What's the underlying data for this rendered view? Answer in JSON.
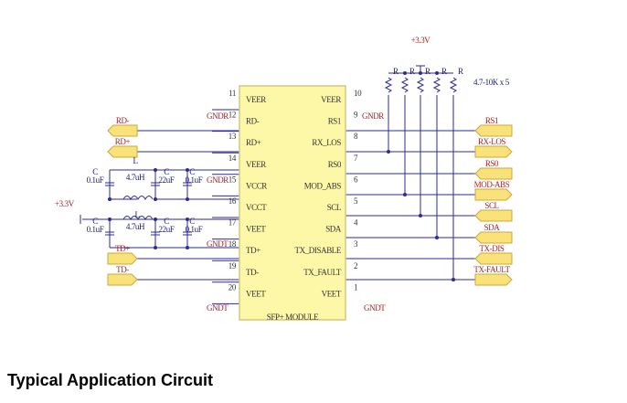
{
  "colors": {
    "wire": "#2b2b9a",
    "chip_fill": "#fdf8a8",
    "chip_border": "#d9c77a",
    "net": "#b02020",
    "connector_fill": "#f9e27a",
    "connector_border": "#c9a93a"
  },
  "chip": {
    "name": "SFP+ MODULE"
  },
  "left_pins": [
    {
      "num": "11",
      "name": "VEER"
    },
    {
      "num": "12",
      "name": "RD-"
    },
    {
      "num": "13",
      "name": "RD+"
    },
    {
      "num": "14",
      "name": "VEER"
    },
    {
      "num": "15",
      "name": "VCCR"
    },
    {
      "num": "16",
      "name": "VCCT"
    },
    {
      "num": "17",
      "name": "VEET"
    },
    {
      "num": "18",
      "name": "TD+"
    },
    {
      "num": "19",
      "name": "TD-"
    },
    {
      "num": "20",
      "name": "VEET"
    }
  ],
  "right_pins": [
    {
      "num": "10",
      "name": "VEER"
    },
    {
      "num": "9",
      "name": "RS1"
    },
    {
      "num": "8",
      "name": "RX_LOS"
    },
    {
      "num": "7",
      "name": "RS0"
    },
    {
      "num": "6",
      "name": "MOD_ABS"
    },
    {
      "num": "5",
      "name": "SCL"
    },
    {
      "num": "4",
      "name": "SDA"
    },
    {
      "num": "3",
      "name": "TX_DISABLE"
    },
    {
      "num": "2",
      "name": "TX_FAULT"
    },
    {
      "num": "1",
      "name": "VEET"
    }
  ],
  "left_connectors": [
    {
      "label": "RD-"
    },
    {
      "label": "RD+"
    },
    {
      "label": "TD+"
    },
    {
      "label": "TD-"
    }
  ],
  "right_connectors": [
    {
      "label": "RS1"
    },
    {
      "label": "RX-LOS"
    },
    {
      "label": "RS0"
    },
    {
      "label": "MOD-ABS"
    },
    {
      "label": "SCL"
    },
    {
      "label": "SDA"
    },
    {
      "label": "TX-DIS"
    },
    {
      "label": "TX-FAULT"
    }
  ],
  "nets": {
    "gndr": "GNDR",
    "gndt": "GNDT",
    "supply_left": "+3.3V",
    "supply_top": "+3.3V"
  },
  "components": {
    "resistor": "R",
    "resistor_value": "4.7-10K x 5",
    "cap": "C",
    "cap_01": "0.1uF",
    "cap_22": "22uF",
    "inductor": "L",
    "inductor_value": "4.7uH"
  },
  "caption": "Typical Application Circuit"
}
